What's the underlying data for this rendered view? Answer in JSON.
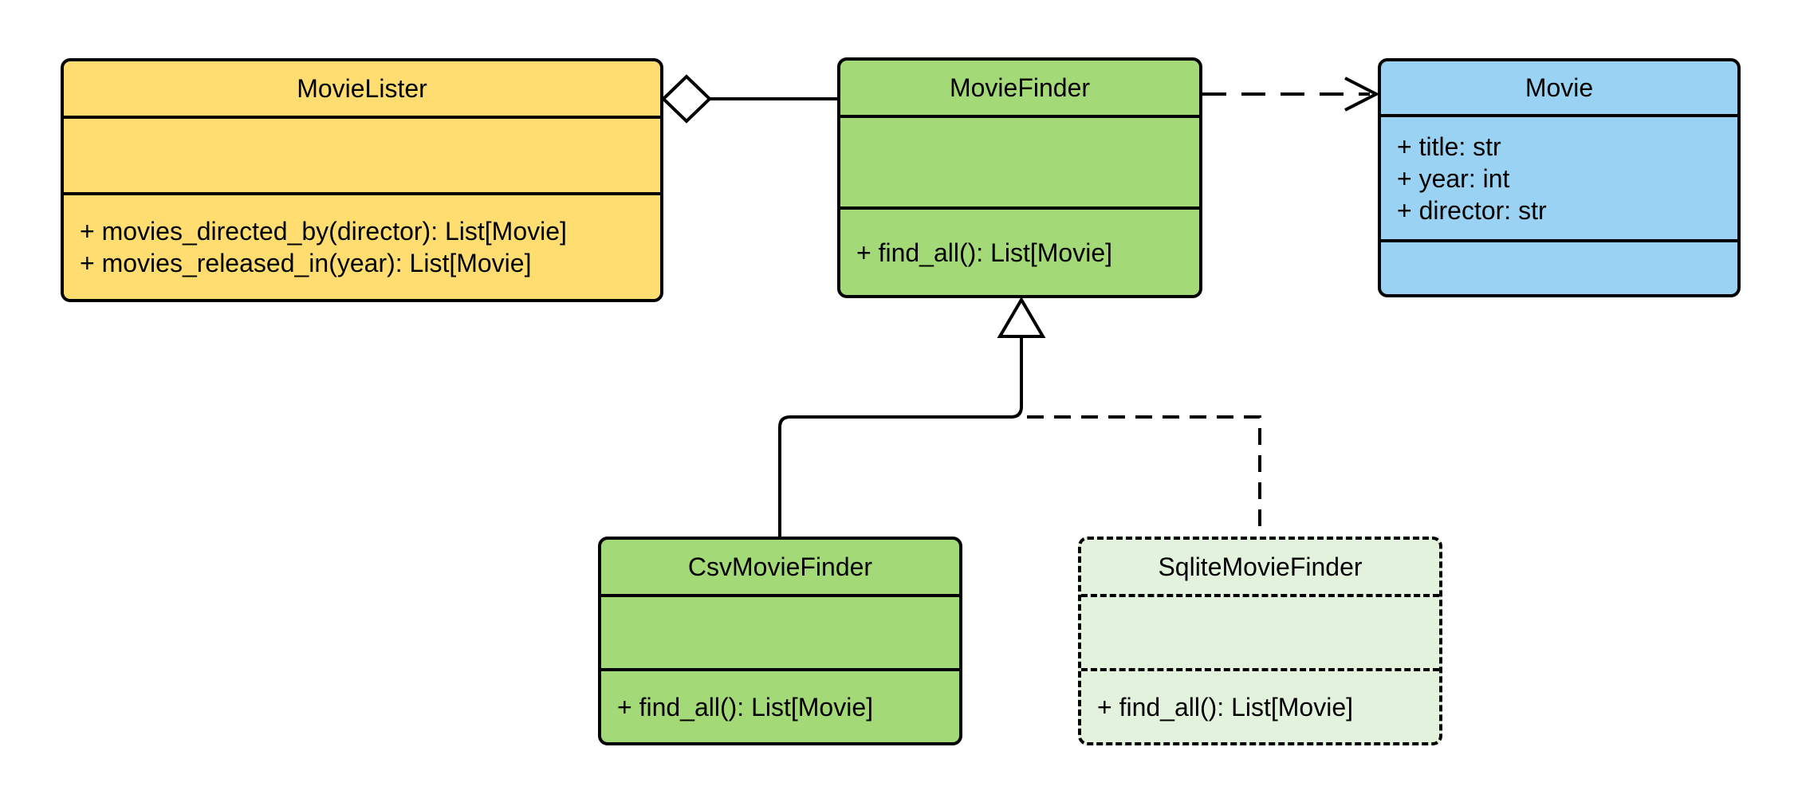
{
  "colors": {
    "movie_lister_fill": "#FFDD70",
    "movie_finder_fill": "#A3D977",
    "movie_fill": "#99D2F2",
    "csv_movie_finder_fill": "#A3D977",
    "sqlite_movie_finder_fill": "#E3F2DC",
    "stroke": "#000000",
    "background": "#FFFFFF"
  },
  "classes": {
    "movie_lister": {
      "name": "MovieLister",
      "attributes": [],
      "methods": [
        "+ movies_directed_by(director): List[Movie]",
        "+ movies_released_in(year): List[Movie]"
      ]
    },
    "movie_finder": {
      "name": "MovieFinder",
      "attributes": [],
      "methods": [
        "+ find_all(): List[Movie]"
      ]
    },
    "movie": {
      "name": "Movie",
      "attributes": [
        "+ title: str",
        "+ year: int",
        "+ director: str"
      ],
      "methods": []
    },
    "csv_movie_finder": {
      "name": "CsvMovieFinder",
      "attributes": [],
      "methods": [
        "+ find_all(): List[Movie]"
      ]
    },
    "sqlite_movie_finder": {
      "name": "SqliteMovieFinder",
      "attributes": [],
      "methods": [
        "+ find_all(): List[Movie]"
      ]
    }
  },
  "relationships": [
    {
      "type": "aggregation",
      "whole": "MovieLister",
      "part": "MovieFinder",
      "line": "solid"
    },
    {
      "type": "dependency",
      "from": "MovieFinder",
      "to": "Movie",
      "line": "dashed"
    },
    {
      "type": "inheritance",
      "child": "CsvMovieFinder",
      "parent": "MovieFinder",
      "line": "solid"
    },
    {
      "type": "inheritance",
      "child": "SqliteMovieFinder",
      "parent": "MovieFinder",
      "line": "dashed"
    }
  ]
}
